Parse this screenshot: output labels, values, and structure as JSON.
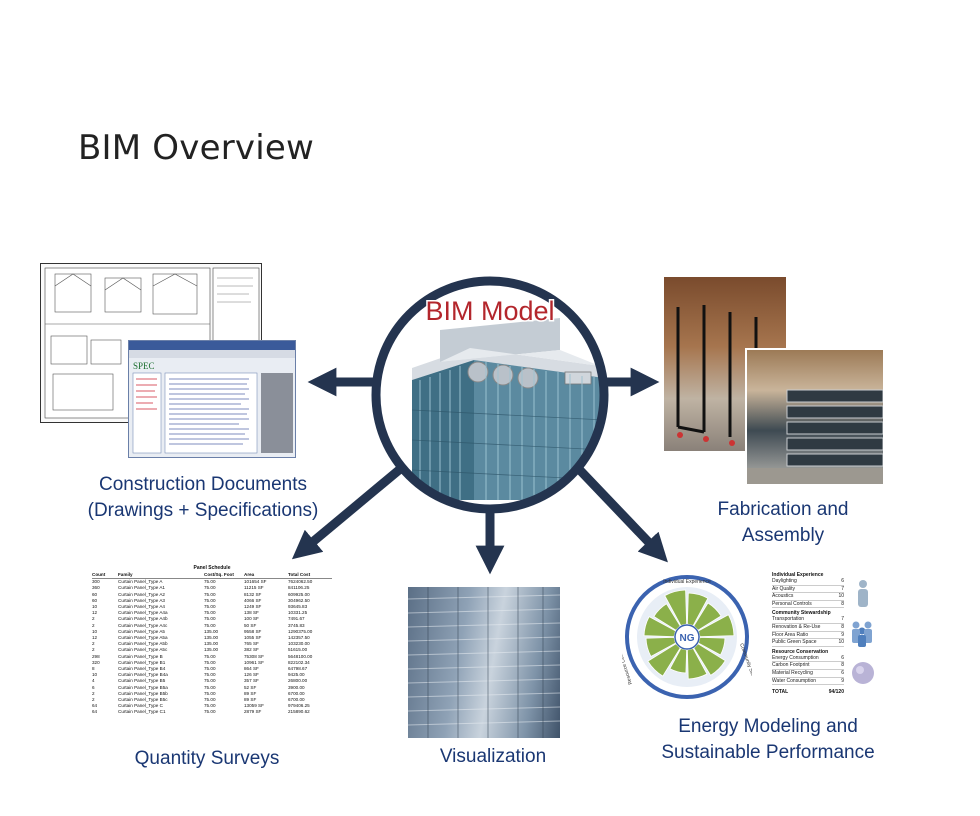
{
  "title": "BIM Overview",
  "center": {
    "label": "BIM Model",
    "label_color": "#b3262c",
    "ring_color": "#24344f"
  },
  "nodes": {
    "construction": {
      "line1": "Construction Documents",
      "line2": "(Drawings + Specifications)"
    },
    "fabrication": {
      "line1": "Fabrication and",
      "line2": "Assembly"
    },
    "quantity": {
      "label": "Quantity Surveys"
    },
    "visualization": {
      "label": "Visualization"
    },
    "energy": {
      "line1": "Energy Modeling  and",
      "line2": "Sustainable Performance"
    }
  },
  "docs_window": {
    "title": "SPEC"
  },
  "schedule": {
    "title": "Panel Schedule",
    "columns": [
      "Count",
      "Family",
      "Cost/Sq. Foot",
      "Area",
      "Total Cost"
    ],
    "rows": [
      [
        "300",
        "Curtain Panel_Type A",
        "75.00",
        "101654 SF",
        "7624062.50"
      ],
      [
        "360",
        "Curtain Panel_Type A1",
        "75.00",
        "11215 SF",
        "841106.25"
      ],
      [
        "60",
        "Curtain Panel_Type A2",
        "75.00",
        "8132 SF",
        "609925.00"
      ],
      [
        "60",
        "Curtain Panel_Type A3",
        "75.00",
        "4066 SF",
        "304962.50"
      ],
      [
        "10",
        "Curtain Panel_Type A4",
        "75.00",
        "1249 SF",
        "93645.83"
      ],
      [
        "12",
        "Curtain Panel_Type A4a",
        "75.00",
        "138 SF",
        "10331.25"
      ],
      [
        "2",
        "Curtain Panel_Type A4b",
        "75.00",
        "100 SF",
        "7491.67"
      ],
      [
        "2",
        "Curtain Panel_Type A4c",
        "75.00",
        "50 SF",
        "3745.83"
      ],
      [
        "10",
        "Curtain Panel_Type A5",
        "135.00",
        "9558 SF",
        "1290375.00"
      ],
      [
        "12",
        "Curtain Panel_Type A5a",
        "135.00",
        "1055 SF",
        "142357.50"
      ],
      [
        "2",
        "Curtain Panel_Type A5b",
        "135.00",
        "765 SF",
        "103230.00"
      ],
      [
        "2",
        "Curtain Panel_Type A5c",
        "135.00",
        "382 SF",
        "51615.00"
      ],
      [
        "298",
        "Curtain Panel_Type B",
        "75.00",
        "75308 SF",
        "5648100.00"
      ],
      [
        "320",
        "Curtain Panel_Type B1",
        "75.00",
        "10961 SF",
        "822102.34"
      ],
      [
        "8",
        "Curtain Panel_Type B4",
        "75.00",
        "864 SF",
        "64798.67"
      ],
      [
        "10",
        "Curtain Panel_Type B4a",
        "75.00",
        "126 SF",
        "9425.00"
      ],
      [
        "4",
        "Curtain Panel_Type B5",
        "75.00",
        "357 SF",
        "26800.00"
      ],
      [
        "6",
        "Curtain Panel_Type B5a",
        "75.00",
        "52 SF",
        "3900.00"
      ],
      [
        "2",
        "Curtain Panel_Type B5b",
        "75.00",
        "89 SF",
        "6700.00"
      ],
      [
        "2",
        "Curtain Panel_Type B5c",
        "75.00",
        "89 SF",
        "6700.00"
      ],
      [
        "64",
        "Curtain Panel_Type C",
        "75.00",
        "13059 SF",
        "979406.25"
      ],
      [
        "64",
        "Curtain Panel_Type C1",
        "75.00",
        "2879 SF",
        "215890.62"
      ]
    ]
  },
  "energy_wheel": {
    "top_label": "Individual Experience",
    "right_label": "Community Stewardship",
    "left_label": "Resource Conservation",
    "center": "NG",
    "ring_color": "#3b63b0",
    "segment_color": "#8bb04a"
  },
  "energy_table": {
    "sections": [
      {
        "title": "Individual Experience",
        "rows": [
          [
            "Daylighting",
            "6"
          ],
          [
            "Air Quality",
            "7"
          ],
          [
            "Acoustics",
            "10"
          ],
          [
            "Personal Controls",
            "8"
          ]
        ]
      },
      {
        "title": "Community Stewardship",
        "rows": [
          [
            "Transportation",
            "7"
          ],
          [
            "Renovation & Re-Use",
            "8"
          ],
          [
            "Floor Area Ratio",
            "9"
          ],
          [
            "Public Green Space",
            "10"
          ]
        ]
      },
      {
        "title": "Resource Conservation",
        "rows": [
          [
            "Energy Consumption",
            "6"
          ],
          [
            "Carbon Footprint",
            "8"
          ],
          [
            "Material Recycling",
            "6"
          ],
          [
            "Water Consumption",
            "9"
          ]
        ]
      }
    ],
    "total_label": "TOTAL",
    "total_value": "94/120"
  }
}
